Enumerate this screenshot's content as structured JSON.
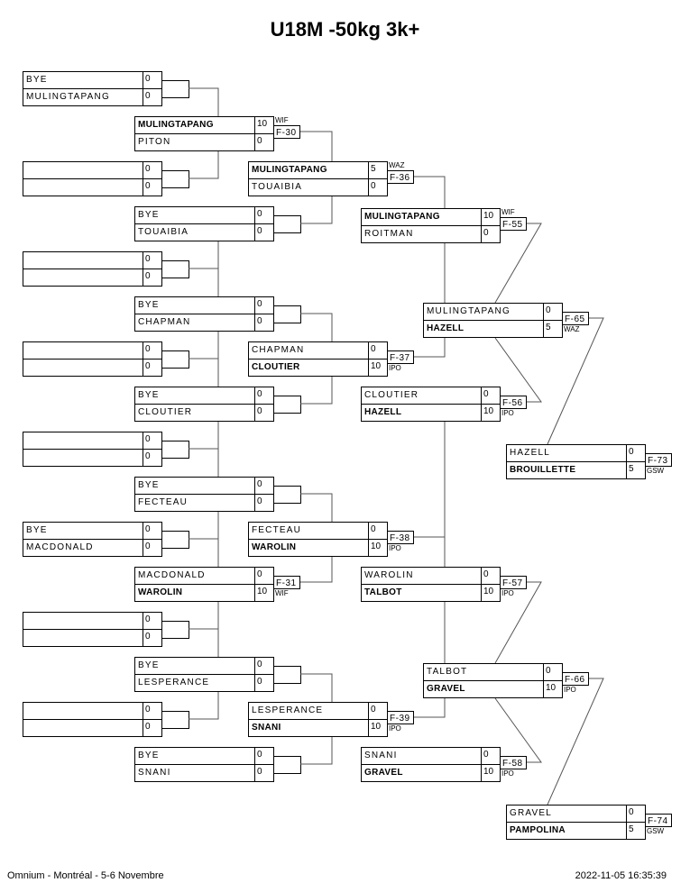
{
  "title": "U18M -50kg 3k+",
  "footer": {
    "event": "Omnium - Montréal - 5-6 Novembre",
    "timestamp": "2022-11-05 16:35:39"
  },
  "rounds": [
    {
      "name": "round-1",
      "matches": [
        {
          "a": "BYE",
          "as": "0",
          "b": "MULINGTAPANG",
          "bs": "0"
        },
        {
          "a": "",
          "as": "0",
          "b": "",
          "bs": "0"
        },
        {
          "a": "",
          "as": "0",
          "b": "",
          "bs": "0"
        },
        {
          "a": "",
          "as": "0",
          "b": "",
          "bs": "0"
        },
        {
          "a": "",
          "as": "0",
          "b": "",
          "bs": "0"
        },
        {
          "a": "BYE",
          "as": "0",
          "b": "MACDONALD",
          "bs": "0"
        },
        {
          "a": "",
          "as": "0",
          "b": "",
          "bs": "0"
        },
        {
          "a": "",
          "as": "0",
          "b": "",
          "bs": "0"
        }
      ]
    },
    {
      "name": "round-2",
      "matches": [
        {
          "a": "MULINGTAPANG",
          "as": "10",
          "b": "PITON",
          "bs": "0",
          "winner": "a",
          "fight": "F-30",
          "type": "WIF",
          "typePos": "above"
        },
        {
          "a": "BYE",
          "as": "0",
          "b": "TOUAIBIA",
          "bs": "0"
        },
        {
          "a": "BYE",
          "as": "0",
          "b": "CHAPMAN",
          "bs": "0"
        },
        {
          "a": "BYE",
          "as": "0",
          "b": "CLOUTIER",
          "bs": "0"
        },
        {
          "a": "BYE",
          "as": "0",
          "b": "FECTEAU",
          "bs": "0"
        },
        {
          "a": "MACDONALD",
          "as": "0",
          "b": "WAROLIN",
          "bs": "10",
          "winner": "b",
          "fight": "F-31",
          "type": "WIF",
          "typePos": "below"
        },
        {
          "a": "BYE",
          "as": "0",
          "b": "LESPERANCE",
          "bs": "0"
        },
        {
          "a": "BYE",
          "as": "0",
          "b": "SNANI",
          "bs": "0"
        }
      ]
    },
    {
      "name": "round-3",
      "matches": [
        {
          "a": "MULINGTAPANG",
          "as": "5",
          "b": "TOUAIBIA",
          "bs": "0",
          "winner": "a",
          "fight": "F-36",
          "type": "WAZ",
          "typePos": "above"
        },
        {
          "a": "CHAPMAN",
          "as": "0",
          "b": "CLOUTIER",
          "bs": "10",
          "winner": "b",
          "fight": "F-37",
          "type": "IPO",
          "typePos": "below"
        },
        {
          "a": "FECTEAU",
          "as": "0",
          "b": "WAROLIN",
          "bs": "10",
          "winner": "b",
          "fight": "F-38",
          "type": "IPO",
          "typePos": "below"
        },
        {
          "a": "LESPERANCE",
          "as": "0",
          "b": "SNANI",
          "bs": "10",
          "winner": "b",
          "fight": "F-39",
          "type": "IPO",
          "typePos": "below"
        }
      ]
    },
    {
      "name": "round-4",
      "matches": [
        {
          "a": "MULINGTAPANG",
          "as": "10",
          "b": "ROITMAN",
          "bs": "0",
          "winner": "a",
          "fight": "F-55",
          "type": "WIF",
          "typePos": "above"
        },
        {
          "a": "CLOUTIER",
          "as": "0",
          "b": "HAZELL",
          "bs": "10",
          "winner": "b",
          "fight": "F-56",
          "type": "IPO",
          "typePos": "below"
        },
        {
          "a": "WAROLIN",
          "as": "0",
          "b": "TALBOT",
          "bs": "10",
          "winner": "b",
          "fight": "F-57",
          "type": "IPO",
          "typePos": "below"
        },
        {
          "a": "SNANI",
          "as": "0",
          "b": "GRAVEL",
          "bs": "10",
          "winner": "b",
          "fight": "F-58",
          "type": "IPO",
          "typePos": "below"
        }
      ]
    },
    {
      "name": "round-5",
      "matches": [
        {
          "a": "MULINGTAPANG",
          "as": "0",
          "b": "HAZELL",
          "bs": "5",
          "winner": "b",
          "fight": "F-65",
          "type": "WAZ",
          "typePos": "below"
        },
        {
          "a": "TALBOT",
          "as": "0",
          "b": "GRAVEL",
          "bs": "10",
          "winner": "b",
          "fight": "F-66",
          "type": "IPO",
          "typePos": "below"
        }
      ]
    },
    {
      "name": "round-6",
      "matches": [
        {
          "a": "HAZELL",
          "as": "0",
          "b": "BROUILLETTE",
          "bs": "5",
          "winner": "b",
          "fight": "F-73",
          "type": "GSW",
          "typePos": "below"
        },
        {
          "a": "GRAVEL",
          "as": "0",
          "b": "PAMPOLINA",
          "bs": "5",
          "winner": "b",
          "fight": "F-74",
          "type": "GSW",
          "typePos": "below"
        }
      ]
    }
  ]
}
